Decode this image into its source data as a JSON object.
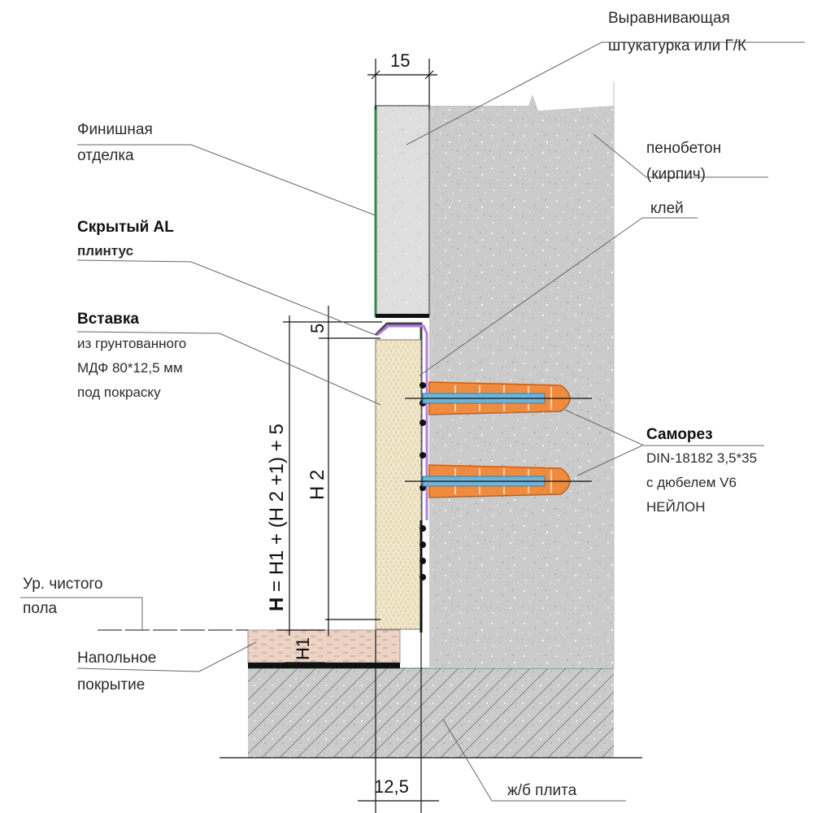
{
  "labels": {
    "plaster_line1": "Выравнивающая",
    "plaster_line2": "штукатурка или Г/К",
    "finish_line1": "Финишная",
    "finish_line2": "отделка",
    "foam_line1": "пенобетон",
    "foam_line2": "(кирпич)",
    "glue": "клей",
    "plinth_line1": "Скрытый AL",
    "plinth_line2": "плинтус",
    "insert_line1": "Вставка",
    "insert_line2": "из грунтованного",
    "insert_line3": "МДФ 80*12,5 мм",
    "insert_line4": "под покраску",
    "screw_line1": "Саморез",
    "screw_line2": "DIN-18182 3,5*35",
    "screw_line3": "с дюбелем V6",
    "screw_line4": "НЕЙЛОН",
    "floor_level_line1": "Ур. чистого",
    "floor_level_line2": "пола",
    "floor_cover_line1": "Напольное",
    "floor_cover_line2": "покрытие",
    "slab": "ж/б плита"
  },
  "dimensions": {
    "top_width": "15",
    "bottom_width": "12,5",
    "gap": "5",
    "h2": "H 2",
    "h1": "H1",
    "formula_h": "H",
    "formula_rest": "= H1 + (H 2 +1) + 5"
  },
  "colors": {
    "concrete": "#cbcbcb",
    "plaster": "#dedede",
    "mdf": "#f1e6c8",
    "floor_cover": "#ecd3c4",
    "dowel": "#f08a3c",
    "screw": "#6fb3d9",
    "glue_strip": "#b27ee3",
    "green_finish": "#2f8a4a"
  }
}
